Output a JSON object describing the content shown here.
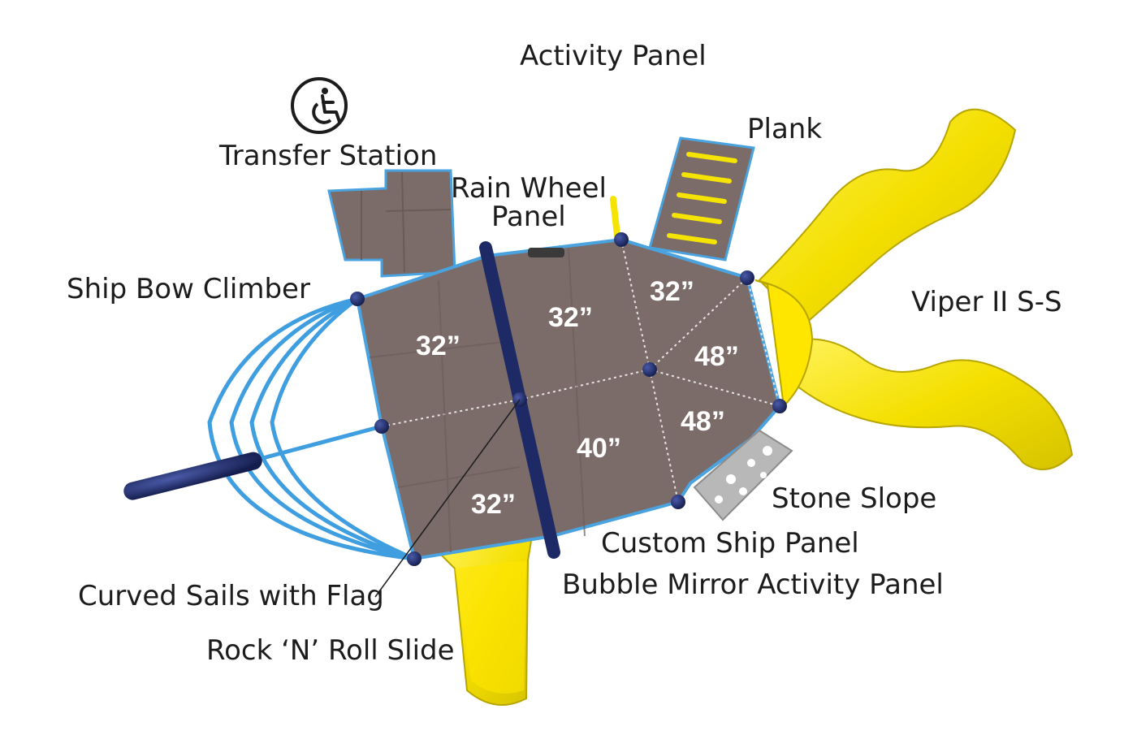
{
  "labels": {
    "activity_panel": "Activity Panel",
    "transfer_station": "Transfer Station",
    "plank": "Plank",
    "rain_wheel_line1": "Rain Wheel",
    "rain_wheel_line2": "Panel",
    "ship_bow_climber": "Ship Bow Climber",
    "viper": "Viper II S-S",
    "stone_slope": "Stone Slope",
    "custom_ship_panel": "Custom Ship Panel",
    "bubble_mirror": "Bubble Mirror Activity Panel",
    "curved_sails": "Curved Sails with Flag",
    "rock_n_roll": "Rock ‘N’ Roll Slide"
  },
  "deck_heights": {
    "left_upper": "32”",
    "center_upper": "32”",
    "right_upper": "32”",
    "right_mid_upper": "48”",
    "right_mid_lower": "48”",
    "center_lower": "40”",
    "left_lower": "32”"
  },
  "icons": [
    "wheelchair-accessible-icon"
  ],
  "colors": {
    "deck": "#7b6b69",
    "deck_edge": "#4aa3df",
    "post": "#1e2a66",
    "slide": "#f5e400",
    "slide_shadow": "#c9b800",
    "climber": "#3f9ee0",
    "stone": "#b8b8b8"
  }
}
